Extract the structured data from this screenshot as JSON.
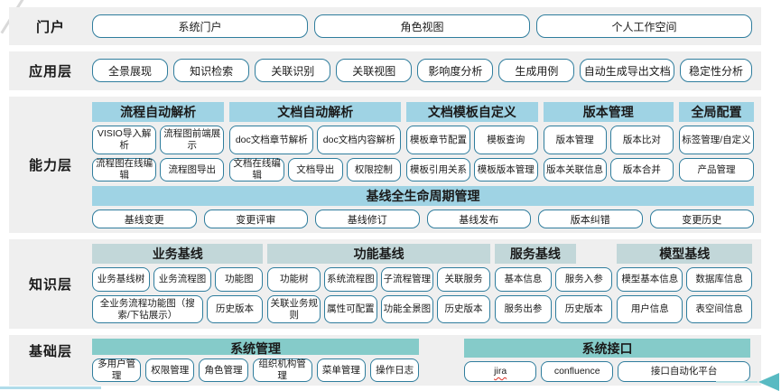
{
  "portal": {
    "label": "门户",
    "items": [
      "系统门户",
      "角色视图",
      "个人工作空间"
    ]
  },
  "application": {
    "label": "应用层",
    "items": [
      "全景展现",
      "知识检索",
      "关联识别",
      "关联视图",
      "影响度分析",
      "生成用例",
      "自动生成导出文档",
      "稳定性分析"
    ]
  },
  "capability": {
    "label": "能力层",
    "groups": [
      {
        "title": "流程自动解析",
        "rows": [
          [
            "VISIO导入解析",
            "流程图前端展示"
          ],
          [
            "流程图在线编辑",
            "流程图导出"
          ]
        ]
      },
      {
        "title": "文档自动解析",
        "rows": [
          [
            "doc文档章节解析",
            "doc文档内容解析"
          ],
          [
            "文档在线编辑",
            "文档导出",
            "权限控制"
          ]
        ]
      },
      {
        "title": "文档模板自定义",
        "rows": [
          [
            "模板章节配置",
            "模板查询"
          ],
          [
            "模板引用关系",
            "模板版本管理"
          ]
        ]
      },
      {
        "title": "版本管理",
        "rows": [
          [
            "版本管理",
            "版本比对"
          ],
          [
            "版本关联信息",
            "版本合并"
          ]
        ]
      },
      {
        "title": "全局配置",
        "rows": [
          [
            "标签管理/自定义"
          ],
          [
            "产品管理"
          ]
        ]
      }
    ],
    "baseline": {
      "title": "基线全生命周期管理",
      "items": [
        "基线变更",
        "变更评审",
        "基线修订",
        "基线发布",
        "版本纠错",
        "变更历史"
      ]
    }
  },
  "knowledge": {
    "label": "知识层",
    "groups": [
      {
        "title": "业务基线",
        "rows": [
          [
            "业务基线树",
            "业务流程图",
            "功能图"
          ],
          [
            "全业务流程功能图（搜索/下钻展示）",
            "历史版本"
          ]
        ]
      },
      {
        "title": "功能基线",
        "rows": [
          [
            "功能树",
            "系统流程图",
            "子流程管理",
            "关联服务"
          ],
          [
            "关联业务规则",
            "属性可配置",
            "功能全景图",
            "历史版本"
          ]
        ]
      },
      {
        "title": "服务基线",
        "rows": [
          [
            "基本信息",
            "服务入参"
          ],
          [
            "服务出参",
            "历史版本"
          ]
        ]
      },
      {
        "title": "模型基线",
        "rows": [
          [
            "模型基本信息",
            "数据库信息"
          ],
          [
            "用户信息",
            "表空间信息"
          ]
        ]
      }
    ]
  },
  "foundation": {
    "label": "基础层",
    "groups": [
      {
        "title": "系统管理",
        "items": [
          "多用户管理",
          "权限管理",
          "角色管理",
          "组织机构管理",
          "菜单管理",
          "操作日志"
        ]
      },
      {
        "title": "系统接口",
        "items": [
          "jira",
          "confluence",
          "接口自动化平台"
        ]
      }
    ]
  },
  "colors": {
    "band_background": "#efefef",
    "button_border": "#2f7d9d",
    "capability_header": "#9fd3e4",
    "knowledge_header": "#c2d7d9",
    "foundation_header": "#85cbc9",
    "spellcheck_underline": "#d93025",
    "arrow_accent": "#58bac2"
  }
}
